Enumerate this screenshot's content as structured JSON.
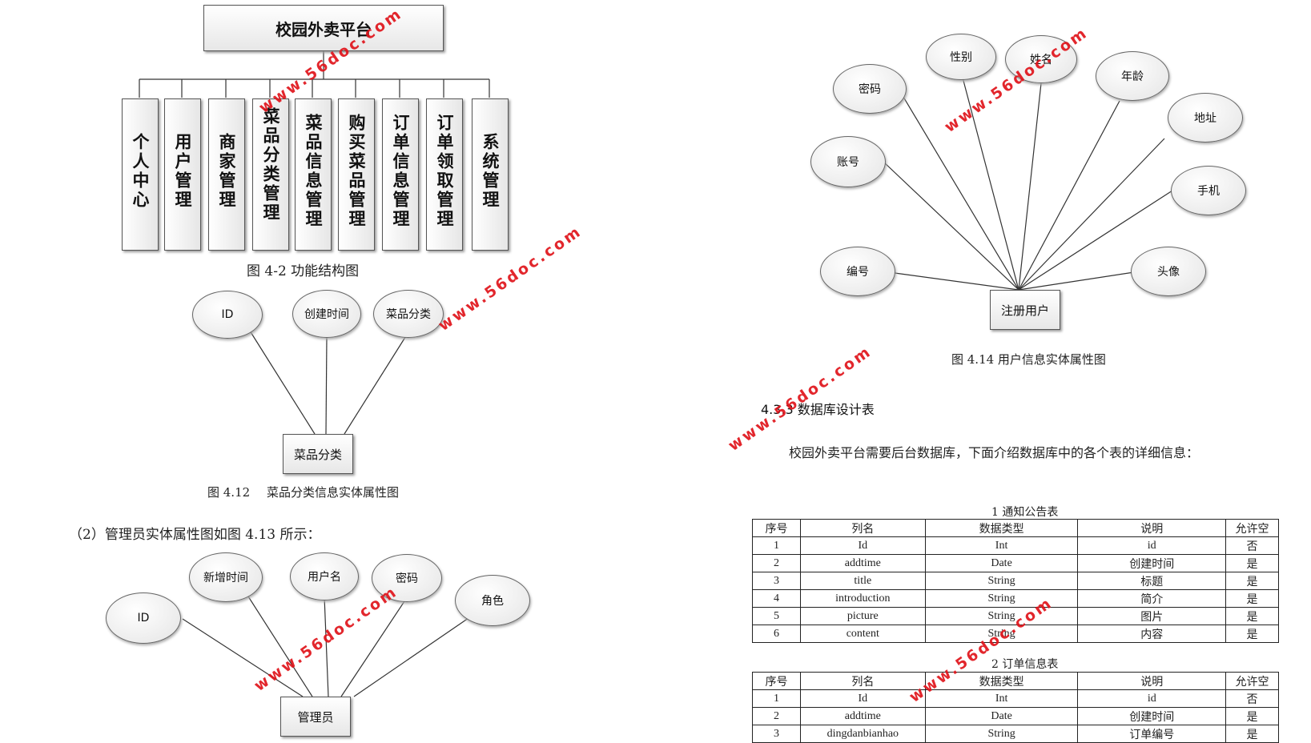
{
  "func_structure": {
    "root": "校园外卖平台",
    "modules": [
      "个人中心",
      "用户管理",
      "商家管理",
      "菜品分类管理",
      "菜品信息管理",
      "购买菜品管理",
      "订单信息管理",
      "订单领取管理",
      "系统管理"
    ],
    "caption": "图 4-2 功能结构图"
  },
  "dish_category_er": {
    "entity": "菜品分类",
    "attributes": [
      "ID",
      "创建时间",
      "菜品分类"
    ],
    "caption_num": "图 4.12",
    "caption_text": "菜品分类信息实体属性图"
  },
  "admin_intro": "（2）管理员实体属性图如图 4.13 所示：",
  "admin_er": {
    "entity": "管理员",
    "attributes": [
      "ID",
      "新增时间",
      "用户名",
      "密码",
      "角色"
    ]
  },
  "user_er": {
    "entity": "注册用户",
    "attributes": [
      "性别",
      "姓名",
      "密码",
      "年龄",
      "地址",
      "账号",
      "手机",
      "编号",
      "头像"
    ],
    "caption": "图 4.14  用户信息实体属性图"
  },
  "db_section": {
    "heading": "4.3.3 数据库设计表",
    "intro": "校园外卖平台需要后台数据库，下面介绍数据库中的各个表的详细信息："
  },
  "table1": {
    "title": "1 通知公告表",
    "headers": [
      "序号",
      "列名",
      "数据类型",
      "说明",
      "允许空"
    ],
    "rows": [
      [
        "1",
        "Id",
        "Int",
        "id",
        "否"
      ],
      [
        "2",
        "addtime",
        "Date",
        "创建时间",
        "是"
      ],
      [
        "3",
        "title",
        "String",
        "标题",
        "是"
      ],
      [
        "4",
        "introduction",
        "String",
        "简介",
        "是"
      ],
      [
        "5",
        "picture",
        "String",
        "图片",
        "是"
      ],
      [
        "6",
        "content",
        "String",
        "内容",
        "是"
      ]
    ]
  },
  "table2": {
    "title": "2 订单信息表",
    "headers": [
      "序号",
      "列名",
      "数据类型",
      "说明",
      "允许空"
    ],
    "rows": [
      [
        "1",
        "Id",
        "Int",
        "id",
        "否"
      ],
      [
        "2",
        "addtime",
        "Date",
        "创建时间",
        "是"
      ],
      [
        "3",
        "dingdanbianhao",
        "String",
        "订单编号",
        "是"
      ]
    ]
  },
  "watermark": "www.56doc.com",
  "colors": {
    "watermark": "#e0141b"
  }
}
